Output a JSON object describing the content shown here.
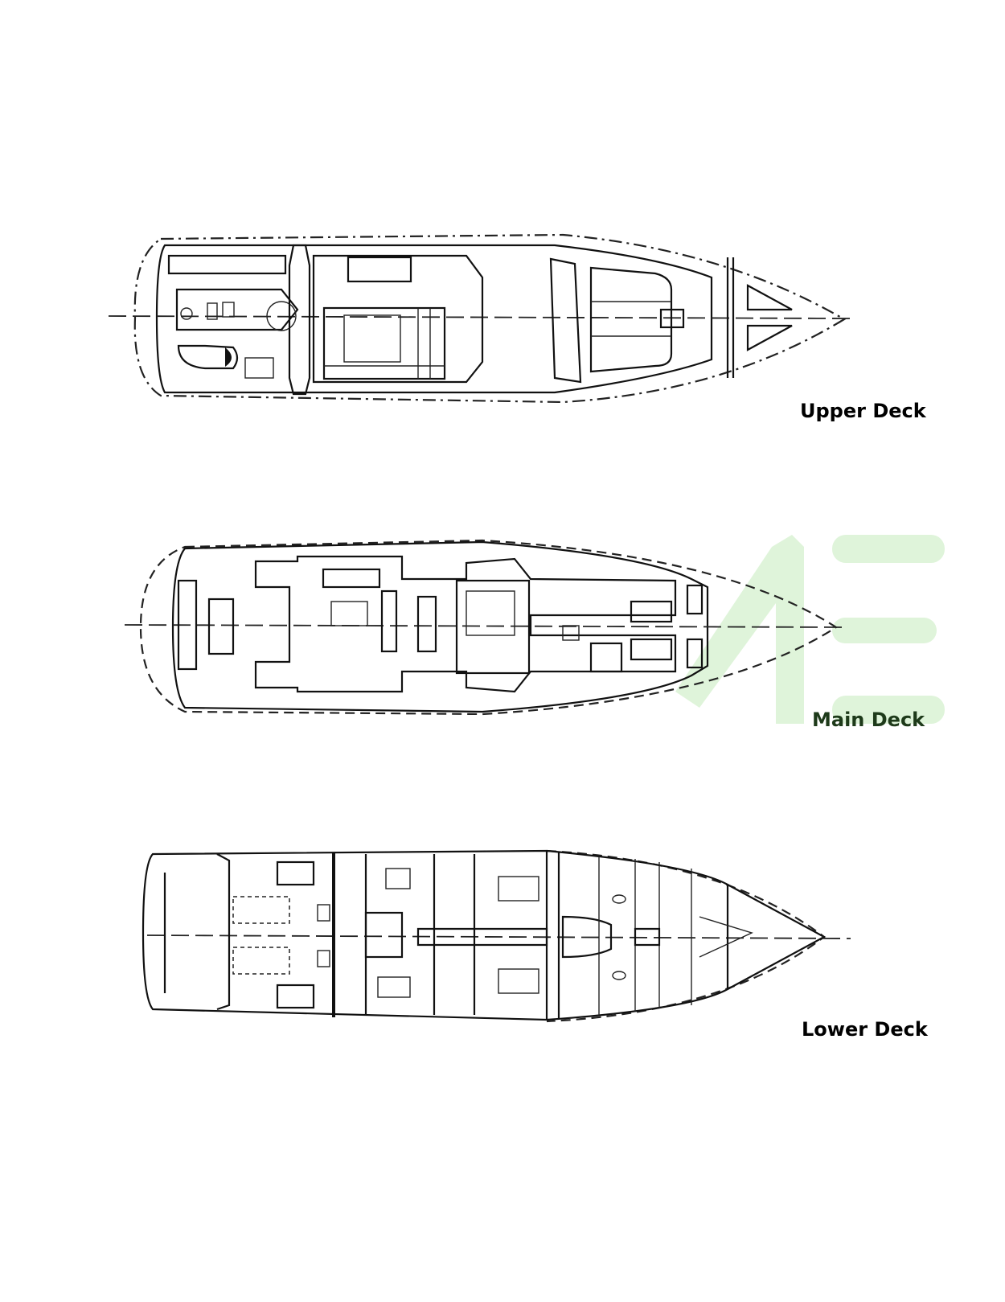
{
  "decks": [
    {
      "id": "upper",
      "label": "Upper Deck"
    },
    {
      "id": "main",
      "label": "Main Deck"
    },
    {
      "id": "lower",
      "label": "Lower Deck"
    }
  ],
  "watermark": {
    "text": "AE",
    "color": "#d9f2d3"
  },
  "colors": {
    "line": "#111111",
    "background": "#ffffff",
    "main_label": "#1e3a1a"
  }
}
